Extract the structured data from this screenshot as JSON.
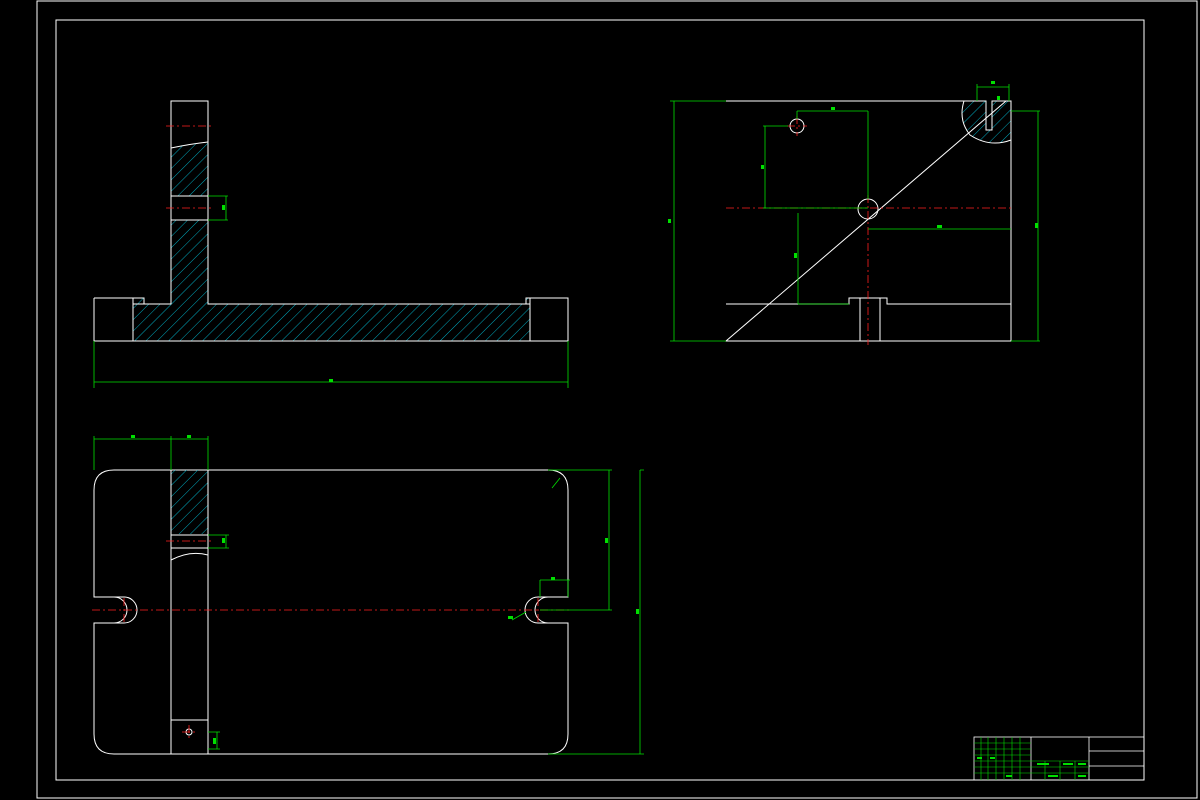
{
  "drawing": {
    "background": "#000000",
    "line_color": "#ffffff",
    "dimension_color": "#00e000",
    "centerline_color": "#ff2020",
    "hatch_color": "#00bcd4",
    "views": [
      "front-section-view",
      "side-view",
      "top-view"
    ]
  }
}
